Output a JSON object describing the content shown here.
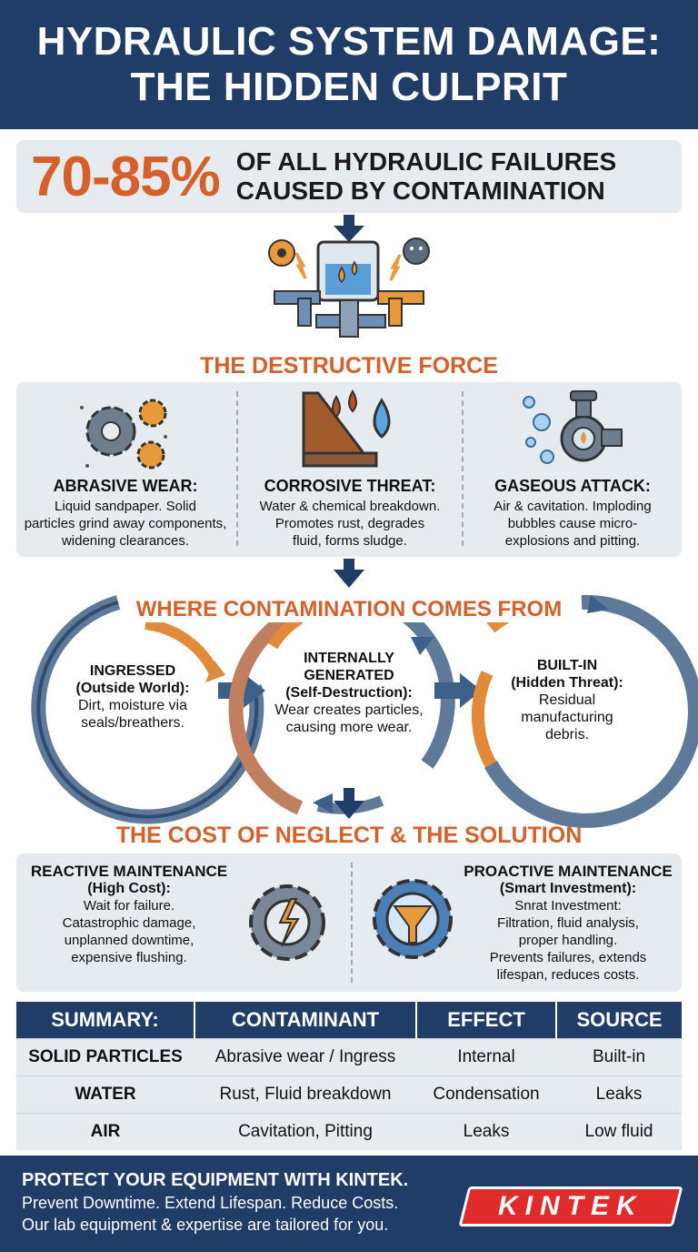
{
  "header": {
    "line1": "HYDRAULIC SYSTEM DAMAGE:",
    "line2": "THE HIDDEN CULPRIT"
  },
  "stat": {
    "percent": "70-85%",
    "line1": "OF ALL HYDRAULIC FAILURES",
    "line2": "CAUSED BY CONTAMINATION"
  },
  "destructive": {
    "title": "THE DESTRUCTIVE FORCE",
    "items": [
      {
        "title": "ABRASIVE WEAR:",
        "l1": "Liquid sandpaper. Solid",
        "l2": "particles grind away components,",
        "l3": "widening clearances."
      },
      {
        "title": "CORROSIVE THREAT:",
        "l1": "Water & chemical breakdown.",
        "l2": "Promotes rust, degrades",
        "l3": "fluid, forms sludge."
      },
      {
        "title": "GASEOUS ATTACK:",
        "l1": "Air & cavitation. Imploding",
        "l2": "bubbles cause micro-",
        "l3": "explosions and pitting."
      }
    ]
  },
  "sources": {
    "title": "WHERE CONTAMINATION COMES FROM",
    "items": [
      {
        "l1": "INGRESSED",
        "l2": "(Outside World):",
        "l3": "Dirt, moisture via",
        "l4": "seals/breathers."
      },
      {
        "l1": "INTERNALLY",
        "l2": "GENERATED",
        "l3": "(Self-Destruction):",
        "l4": "Wear creates particles,",
        "l5": "causing more wear."
      },
      {
        "l1": "BUILT-IN",
        "l2": "(Hidden Threat):",
        "l3": "Residual",
        "l4": "manufacturing",
        "l5": "debris."
      }
    ]
  },
  "cost": {
    "title": "THE COST OF NEGLECT & THE SOLUTION",
    "reactive": {
      "h1": "REACTIVE MAINTENANCE",
      "h2": "(High Cost):",
      "l1": "Wait for failure.",
      "l2": "Catastrophic damage,",
      "l3": "unplanned downtime,",
      "l4": "expensive flushing."
    },
    "proactive": {
      "h1": "PROACTIVE MAINTENANCE",
      "h2": "(Smart Investment):",
      "l1": "Snrat Investment:",
      "l2": "Filtration, fluid analysis,",
      "l3": "proper handling.",
      "l4": "Prevents failures, extends",
      "l5": "lifespan, reduces costs."
    }
  },
  "summary": {
    "headers": [
      "SUMMARY:",
      "CONTAMINANT",
      "EFFECT",
      "SOURCE"
    ],
    "rows": [
      [
        "SOLID PARTICLES",
        "Abrasive wear / Ingress",
        "Internal",
        "Built-in"
      ],
      [
        "WATER",
        "Rust, Fluid breakdown",
        "Condensation",
        "Leaks"
      ],
      [
        "AIR",
        "Cavitation, Pitting",
        "Leaks",
        "Low fluid"
      ]
    ]
  },
  "footer": {
    "line1": "PROTECT YOUR EQUIPMENT WITH KINTEK.",
    "line2": "Prevent Downtime. Extend Lifespan. Reduce Costs.",
    "line3": "Our lab equipment & expertise are tailored for you.",
    "logo": "KINTEK"
  },
  "colors": {
    "navy": "#1f3d66",
    "orange": "#d6602a",
    "panel": "#e6ebf0",
    "logo_red": "#e02b2b"
  }
}
